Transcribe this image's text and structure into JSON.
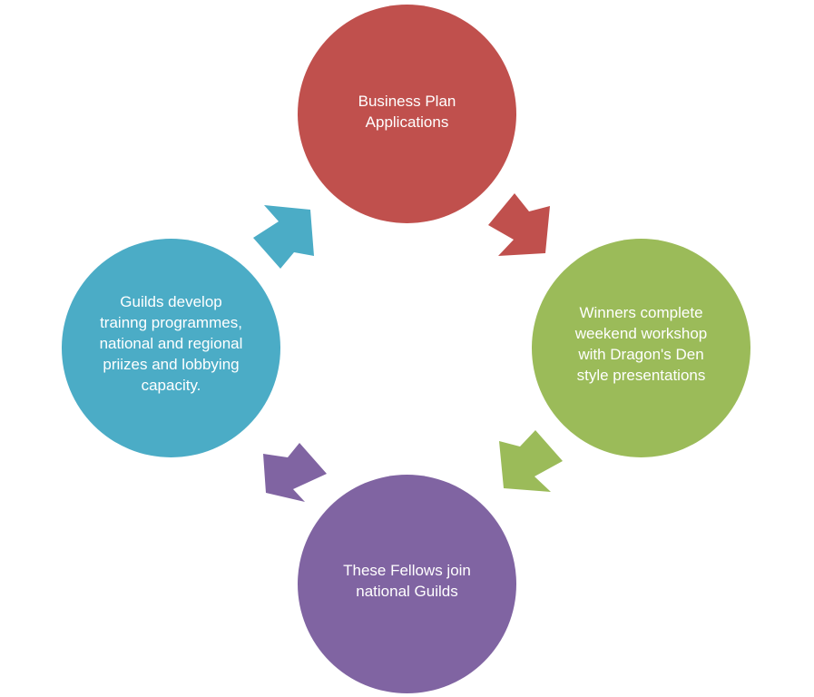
{
  "cycle": {
    "steps": [
      {
        "text": "Business Plan Applications",
        "color": "#c0504d"
      },
      {
        "text": "Winners complete weekend workshop with Dragon's Den style presentations",
        "color": "#9bbb59"
      },
      {
        "text": "These Fellows join national Guilds",
        "color": "#8064a2"
      },
      {
        "text": "Guilds develop trainng programmes, national and regional priizes and lobbying capacity.",
        "color": "#4bacc6"
      }
    ],
    "arrow_colors": [
      "#c0504d",
      "#9bbb59",
      "#8064a2",
      "#4bacc6"
    ]
  }
}
